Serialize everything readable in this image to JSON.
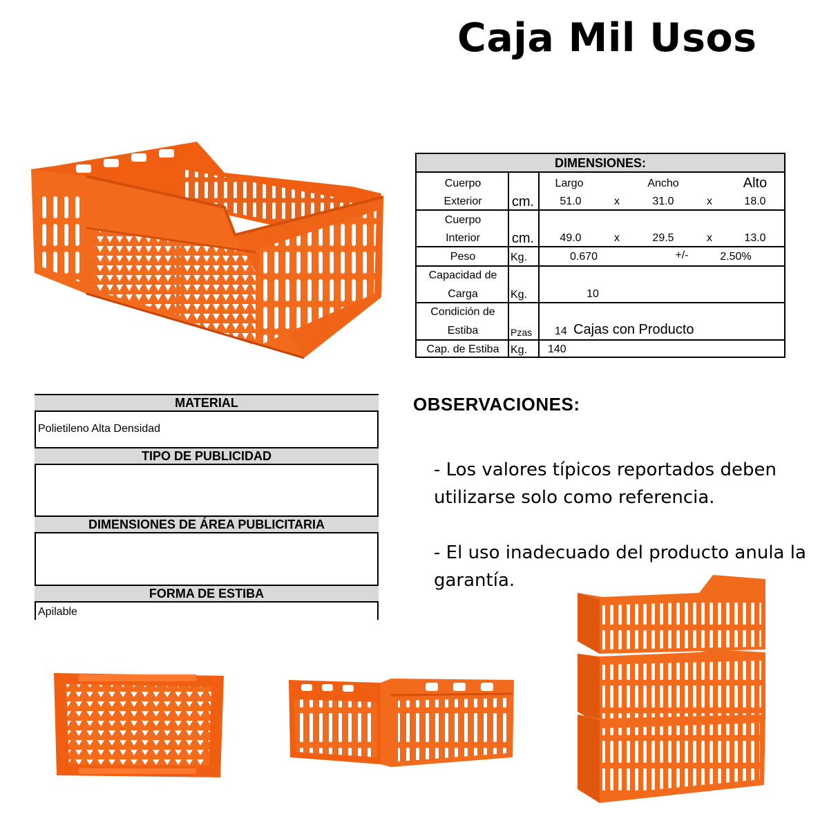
{
  "title": "Caja Mil Usos",
  "accent_color": "#f26b1d",
  "dimensions": {
    "header": "DIMENSIONES:",
    "col_largo": "Largo",
    "col_ancho": "Ancho",
    "col_alto": "Alto",
    "x": "x",
    "exterior": {
      "label1": "Cuerpo",
      "label2": "Exterior",
      "unit": "cm.",
      "largo": "51.0",
      "ancho": "31.0",
      "alto": "18.0"
    },
    "interior": {
      "label1": "Cuerpo",
      "label2": "Interior",
      "unit": "cm.",
      "largo": "49.0",
      "ancho": "29.5",
      "alto": "13.0"
    },
    "peso": {
      "label": "Peso",
      "unit": "Kg.",
      "value": "0.670",
      "tol_sign": "+/-",
      "tol": "2.50%"
    },
    "capacidad": {
      "label1": "Capacidad de",
      "label2": "Carga",
      "unit": "Kg.",
      "value": "10"
    },
    "condicion": {
      "label1": "Condición de",
      "label2": "Estiba",
      "unit": "Pzas",
      "value": "14",
      "text": "Cajas con Producto"
    },
    "cap_estiba": {
      "label": "Cap. de Estiba",
      "unit": "Kg.",
      "value": "140"
    }
  },
  "material": {
    "material_h": "MATERIAL",
    "material_v": "Polietileno Alta Densidad",
    "publicidad_h": "TIPO DE PUBLICIDAD",
    "area_h": "DIMENSIONES DE ÁREA PUBLICITARIA",
    "estiba_h": "FORMA DE ESTIBA",
    "estiba_v": "Apilable"
  },
  "observaciones": {
    "heading": "OBSERVACIONES:",
    "item1": "- Los valores típicos reportados deben utilizarse solo como referencia.",
    "item2": "- El uso inadecuado  del producto anula la garantía."
  }
}
